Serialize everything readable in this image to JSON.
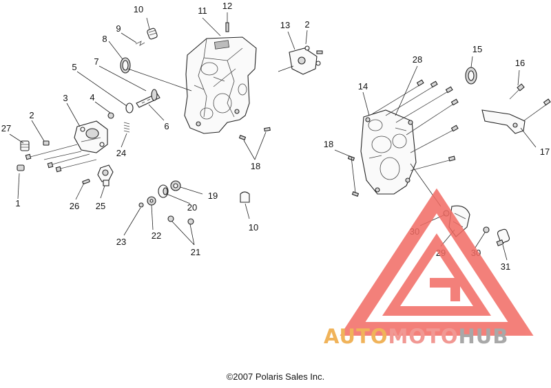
{
  "figure": {
    "copyright": "©2007 Polaris Sales Inc."
  },
  "callouts": [
    {
      "id": "c1",
      "label": "1"
    },
    {
      "id": "c2a",
      "label": "2"
    },
    {
      "id": "c2b",
      "label": "2"
    },
    {
      "id": "c3",
      "label": "3"
    },
    {
      "id": "c4",
      "label": "4"
    },
    {
      "id": "c5",
      "label": "5"
    },
    {
      "id": "c6",
      "label": "6"
    },
    {
      "id": "c7",
      "label": "7"
    },
    {
      "id": "c8",
      "label": "8"
    },
    {
      "id": "c9",
      "label": "9"
    },
    {
      "id": "c10a",
      "label": "10"
    },
    {
      "id": "c10b",
      "label": "10"
    },
    {
      "id": "c11",
      "label": "11"
    },
    {
      "id": "c12",
      "label": "12"
    },
    {
      "id": "c13",
      "label": "13"
    },
    {
      "id": "c14",
      "label": "14"
    },
    {
      "id": "c15",
      "label": "15"
    },
    {
      "id": "c16",
      "label": "16"
    },
    {
      "id": "c17",
      "label": "17"
    },
    {
      "id": "c18a",
      "label": "18"
    },
    {
      "id": "c18b",
      "label": "18"
    },
    {
      "id": "c19",
      "label": "19"
    },
    {
      "id": "c20",
      "label": "20"
    },
    {
      "id": "c21",
      "label": "21"
    },
    {
      "id": "c22",
      "label": "22"
    },
    {
      "id": "c23",
      "label": "23"
    },
    {
      "id": "c24",
      "label": "24"
    },
    {
      "id": "c25",
      "label": "25"
    },
    {
      "id": "c26",
      "label": "26"
    },
    {
      "id": "c27",
      "label": "27"
    },
    {
      "id": "c28",
      "label": "28"
    },
    {
      "id": "c29",
      "label": "29"
    },
    {
      "id": "c30a",
      "label": "30"
    },
    {
      "id": "c30b",
      "label": "30"
    },
    {
      "id": "c31",
      "label": "31"
    }
  ],
  "watermark": {
    "part1": "AUTO",
    "part2": "MOTO",
    "part3": "HUB",
    "colors": {
      "auto": "#f0b35a",
      "moto": "#f19893",
      "hub": "#a8a8a8",
      "logo": "#f26b63"
    }
  }
}
